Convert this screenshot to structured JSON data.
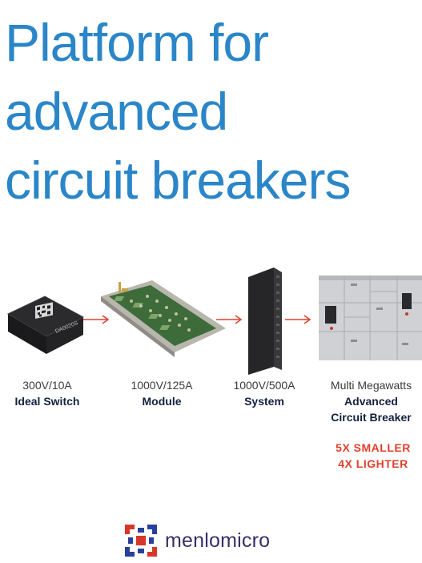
{
  "headline": {
    "line1": "Platform for",
    "line2": "advanced",
    "line3": "circuit breakers"
  },
  "stages": [
    {
      "spec": "300V/10A",
      "name": "Ideal Switch",
      "chip_label": "DA0020S"
    },
    {
      "spec": "1000V/125A",
      "name": "Module"
    },
    {
      "spec": "1000V/500A",
      "name": "System"
    },
    {
      "spec": "Multi Megawatts",
      "name_line1": "Advanced",
      "name_line2": "Circuit Breaker"
    }
  ],
  "claims": [
    "5X SMALLER",
    "4X LIGHTER"
  ],
  "brand": {
    "logo_text": "menlomicro"
  },
  "colors": {
    "headline": "#2a86c8",
    "arrow": "#e0402c",
    "claims": "#e0402c",
    "brand_red": "#d8362a",
    "brand_blue": "#2b3f9a"
  }
}
